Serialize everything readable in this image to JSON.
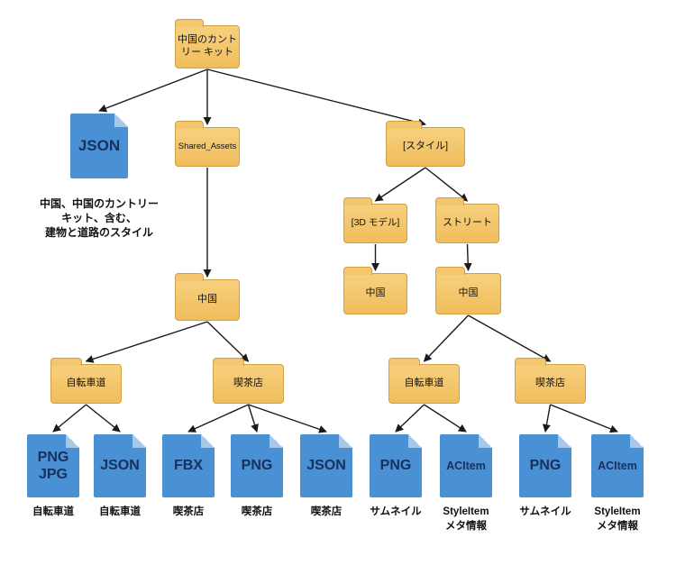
{
  "colors": {
    "folder": "#F3C468",
    "folder_border": "#D2A045",
    "file": "#4A90D5",
    "file_fold": "#A6C9E9",
    "file_text": "#17305C",
    "arrow": "#1A1A1A",
    "background": "#FFFFFF"
  },
  "nodes": {
    "root": {
      "label": "中国のカント\nリー キット"
    },
    "shared_assets": {
      "label": "Shared_Assets"
    },
    "style": {
      "label": "[スタイル]"
    },
    "model3d": {
      "label": "[3D モデル]"
    },
    "street": {
      "label": "ストリート"
    },
    "china_shared": {
      "label": "中国"
    },
    "china_model": {
      "label": "中国"
    },
    "china_street": {
      "label": "中国"
    },
    "bike_left": {
      "label": "自転車道"
    },
    "cafe_left": {
      "label": "喫茶店"
    },
    "bike_right": {
      "label": "自転車道"
    },
    "cafe_right": {
      "label": "喫茶店"
    }
  },
  "files": {
    "json_doc": {
      "label": "JSON",
      "caption": "中国、中国のカントリー\nキット、含む、\n建物と道路のスタイル"
    },
    "png_jpg": {
      "label": "PNG\nJPG",
      "caption": "自転車道"
    },
    "json_bike": {
      "label": "JSON",
      "caption": "自転車道"
    },
    "fbx_cafe": {
      "label": "FBX",
      "caption": "喫茶店"
    },
    "png_cafe": {
      "label": "PNG",
      "caption": "喫茶店"
    },
    "json_cafe": {
      "label": "JSON",
      "caption": "喫茶店"
    },
    "png_thumb_bike": {
      "label": "PNG",
      "caption": "サムネイル"
    },
    "acitem_bike": {
      "label": "ACItem",
      "caption": "StyleItem\nメタ情報"
    },
    "png_thumb_cafe": {
      "label": "PNG",
      "caption": "サムネイル"
    },
    "acitem_cafe": {
      "label": "ACItem",
      "caption": "StyleItem\nメタ情報"
    }
  },
  "edges": [
    {
      "from": "root",
      "to": "json_doc"
    },
    {
      "from": "root",
      "to": "shared_assets"
    },
    {
      "from": "root",
      "to": "style"
    },
    {
      "from": "shared_assets",
      "to": "china_shared"
    },
    {
      "from": "china_shared",
      "to": "bike_left"
    },
    {
      "from": "china_shared",
      "to": "cafe_left"
    },
    {
      "from": "bike_left",
      "to": "png_jpg"
    },
    {
      "from": "bike_left",
      "to": "json_bike"
    },
    {
      "from": "cafe_left",
      "to": "fbx_cafe"
    },
    {
      "from": "cafe_left",
      "to": "png_cafe"
    },
    {
      "from": "cafe_left",
      "to": "json_cafe"
    },
    {
      "from": "style",
      "to": "model3d"
    },
    {
      "from": "style",
      "to": "street"
    },
    {
      "from": "model3d",
      "to": "china_model"
    },
    {
      "from": "street",
      "to": "china_street"
    },
    {
      "from": "china_street",
      "to": "bike_right"
    },
    {
      "from": "china_street",
      "to": "cafe_right"
    },
    {
      "from": "bike_right",
      "to": "png_thumb_bike"
    },
    {
      "from": "bike_right",
      "to": "acitem_bike"
    },
    {
      "from": "cafe_right",
      "to": "png_thumb_cafe"
    },
    {
      "from": "cafe_right",
      "to": "acitem_cafe"
    }
  ]
}
